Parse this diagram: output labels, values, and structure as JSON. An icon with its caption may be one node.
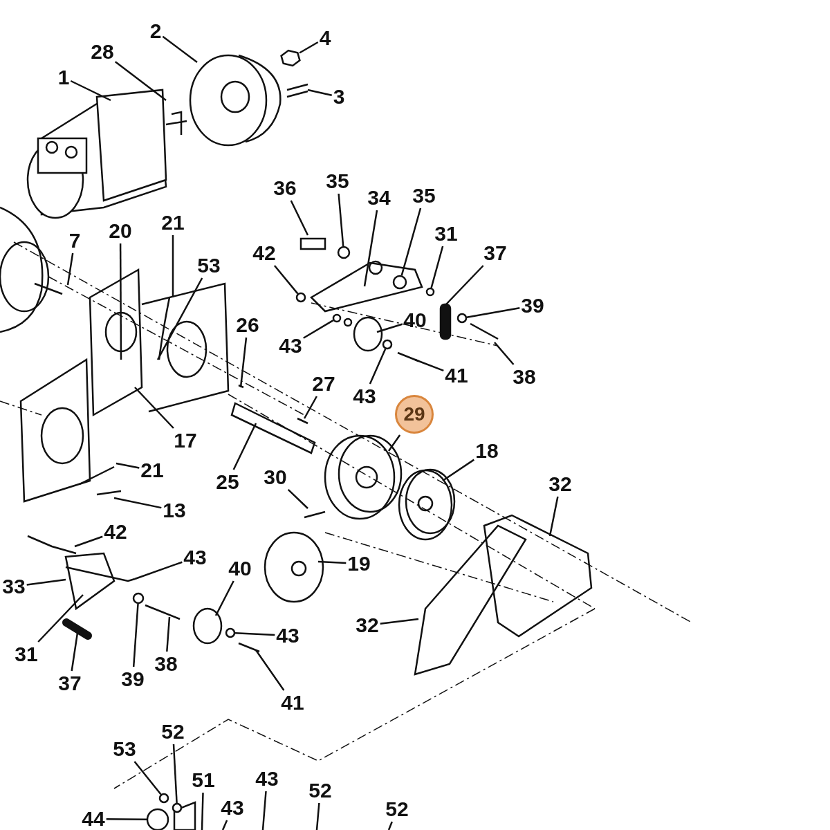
{
  "diagram": {
    "nodes": [
      {
        "text": [
          "2"
        ]
      },
      {
        "text": [
          "4"
        ]
      },
      {
        "text": [
          "28"
        ]
      },
      {
        "text": [
          "1"
        ]
      },
      {
        "text": [
          "3"
        ]
      },
      {
        "text": [
          "36"
        ]
      },
      {
        "text": [
          "35"
        ]
      },
      {
        "text": [
          "34"
        ]
      },
      {
        "text": [
          "35"
        ]
      },
      {
        "text": [
          "31"
        ]
      },
      {
        "text": [
          "37"
        ]
      },
      {
        "text": [
          "42"
        ]
      },
      {
        "text": [
          "7"
        ]
      },
      {
        "text": [
          "20"
        ]
      },
      {
        "text": [
          "21"
        ]
      },
      {
        "text": [
          "53"
        ]
      },
      {
        "text": [
          "39"
        ]
      },
      {
        "text": [
          "40"
        ]
      },
      {
        "text": [
          "43"
        ]
      },
      {
        "text": [
          "26"
        ]
      },
      {
        "text": [
          "41"
        ]
      },
      {
        "text": [
          "38"
        ]
      },
      {
        "text": [
          "43"
        ]
      },
      {
        "text": [
          "27"
        ]
      },
      {
        "text": [
          "29"
        ]
      },
      {
        "text": [
          "18"
        ]
      },
      {
        "text": [
          "17"
        ]
      },
      {
        "text": [
          "32"
        ]
      },
      {
        "text": [
          "25"
        ]
      },
      {
        "text": [
          "21"
        ]
      },
      {
        "text": [
          "30"
        ]
      },
      {
        "text": [
          "13"
        ]
      },
      {
        "text": [
          "42"
        ]
      },
      {
        "text": [
          "43"
        ]
      },
      {
        "text": [
          "40"
        ]
      },
      {
        "text": [
          "19"
        ]
      },
      {
        "text": [
          "33"
        ]
      },
      {
        "text": [
          "32"
        ]
      },
      {
        "text": [
          "43"
        ]
      },
      {
        "text": [
          "31"
        ]
      },
      {
        "text": [
          "37"
        ]
      },
      {
        "text": [
          "39"
        ]
      },
      {
        "text": [
          "38"
        ]
      },
      {
        "text": [
          "41"
        ]
      },
      {
        "text": [
          "53"
        ]
      },
      {
        "text": [
          "52"
        ]
      },
      {
        "text": [
          "51"
        ]
      },
      {
        "text": [
          "43"
        ]
      },
      {
        "text": [
          "43"
        ]
      },
      {
        "text": [
          "52"
        ]
      },
      {
        "text": [
          "44"
        ]
      },
      {
        "text": [
          "52"
        ]
      },
      {
        "text": [],
        "shape": "hexagon"
      },
      {
        "text": [],
        "shape": "circle"
      },
      {
        "text": [],
        "shape": "circle"
      },
      {
        "text": [],
        "shape": "circle"
      },
      {
        "text": [],
        "shape": "circle"
      },
      {
        "text": [],
        "shape": "circle"
      },
      {
        "text": [],
        "shape": "circle"
      },
      {
        "text": [],
        "shape": "circle"
      },
      {
        "text": [],
        "shape": "circle"
      },
      {
        "text": [],
        "shape": "circle"
      },
      {
        "text": [],
        "shape": "circle"
      },
      {
        "text": [],
        "shape": "circle"
      },
      {
        "text": [],
        "shape": "circle"
      }
    ],
    "edges": [
      {
        "from": 0,
        "to": null,
        "arrow": "none"
      },
      {
        "from": 1,
        "to": 52,
        "arrow": "none"
      },
      {
        "from": 2,
        "to": null,
        "arrow": "none"
      },
      {
        "from": 3,
        "to": null,
        "arrow": "none"
      },
      {
        "from": 4,
        "to": null,
        "arrow": "none"
      },
      {
        "from": 5,
        "to": null,
        "arrow": "none"
      },
      {
        "from": 6,
        "to": 53,
        "arrow": "none"
      },
      {
        "from": 7,
        "to": null,
        "arrow": "none"
      },
      {
        "from": 8,
        "to": 54,
        "arrow": "none"
      },
      {
        "from": 9,
        "to": 55,
        "arrow": "none"
      },
      {
        "from": 10,
        "to": null,
        "arrow": "none"
      },
      {
        "from": 11,
        "to": 56,
        "arrow": "none"
      },
      {
        "from": 12,
        "to": null,
        "arrow": "none"
      },
      {
        "from": 13,
        "to": null,
        "arrow": "none"
      },
      {
        "from": 14,
        "to": null,
        "arrow": "none"
      },
      {
        "from": 15,
        "to": null,
        "arrow": "none"
      },
      {
        "from": 16,
        "to": 57,
        "arrow": "none"
      },
      {
        "from": 17,
        "to": null,
        "arrow": "none"
      },
      {
        "from": 18,
        "to": 58,
        "arrow": "none"
      },
      {
        "from": 19,
        "to": null,
        "arrow": "none"
      },
      {
        "from": 20,
        "to": null,
        "arrow": "none"
      },
      {
        "from": 21,
        "to": null,
        "arrow": "none"
      },
      {
        "from": 22,
        "to": 59,
        "arrow": "none"
      },
      {
        "from": 23,
        "to": null,
        "arrow": "none"
      },
      {
        "from": 24,
        "to": null,
        "arrow": "none"
      },
      {
        "from": 25,
        "to": null,
        "arrow": "none"
      },
      {
        "from": 26,
        "to": null,
        "arrow": "none"
      },
      {
        "from": 27,
        "to": null,
        "arrow": "none"
      },
      {
        "from": 28,
        "to": null,
        "arrow": "none"
      },
      {
        "from": 29,
        "to": null,
        "arrow": "none"
      },
      {
        "from": 30,
        "to": null,
        "arrow": "none"
      },
      {
        "from": 31,
        "to": null,
        "arrow": "none"
      },
      {
        "from": 32,
        "to": null,
        "arrow": "none"
      },
      {
        "from": 33,
        "to": null,
        "arrow": "none"
      },
      {
        "from": 34,
        "to": null,
        "arrow": "none"
      },
      {
        "from": 35,
        "to": null,
        "arrow": "none"
      },
      {
        "from": 36,
        "to": null,
        "arrow": "none"
      },
      {
        "from": 37,
        "to": null,
        "arrow": "none"
      },
      {
        "from": 38,
        "to": 60,
        "arrow": "none"
      },
      {
        "from": 39,
        "to": null,
        "arrow": "none"
      },
      {
        "from": 40,
        "to": null,
        "arrow": "none"
      },
      {
        "from": 41,
        "to": 61,
        "arrow": "none"
      },
      {
        "from": 42,
        "to": null,
        "arrow": "none"
      },
      {
        "from": 43,
        "to": null,
        "arrow": "none"
      },
      {
        "from": 44,
        "to": 62,
        "arrow": "none"
      },
      {
        "from": 45,
        "to": 64,
        "arrow": "none"
      },
      {
        "from": 46,
        "to": null,
        "arrow": "none"
      },
      {
        "from": 47,
        "to": null,
        "arrow": "none"
      },
      {
        "from": 48,
        "to": null,
        "arrow": "none"
      },
      {
        "from": 49,
        "to": null,
        "arrow": "none"
      },
      {
        "from": 50,
        "to": 63,
        "arrow": "none"
      },
      {
        "from": 51,
        "to": null,
        "arrow": "none"
      }
    ]
  }
}
